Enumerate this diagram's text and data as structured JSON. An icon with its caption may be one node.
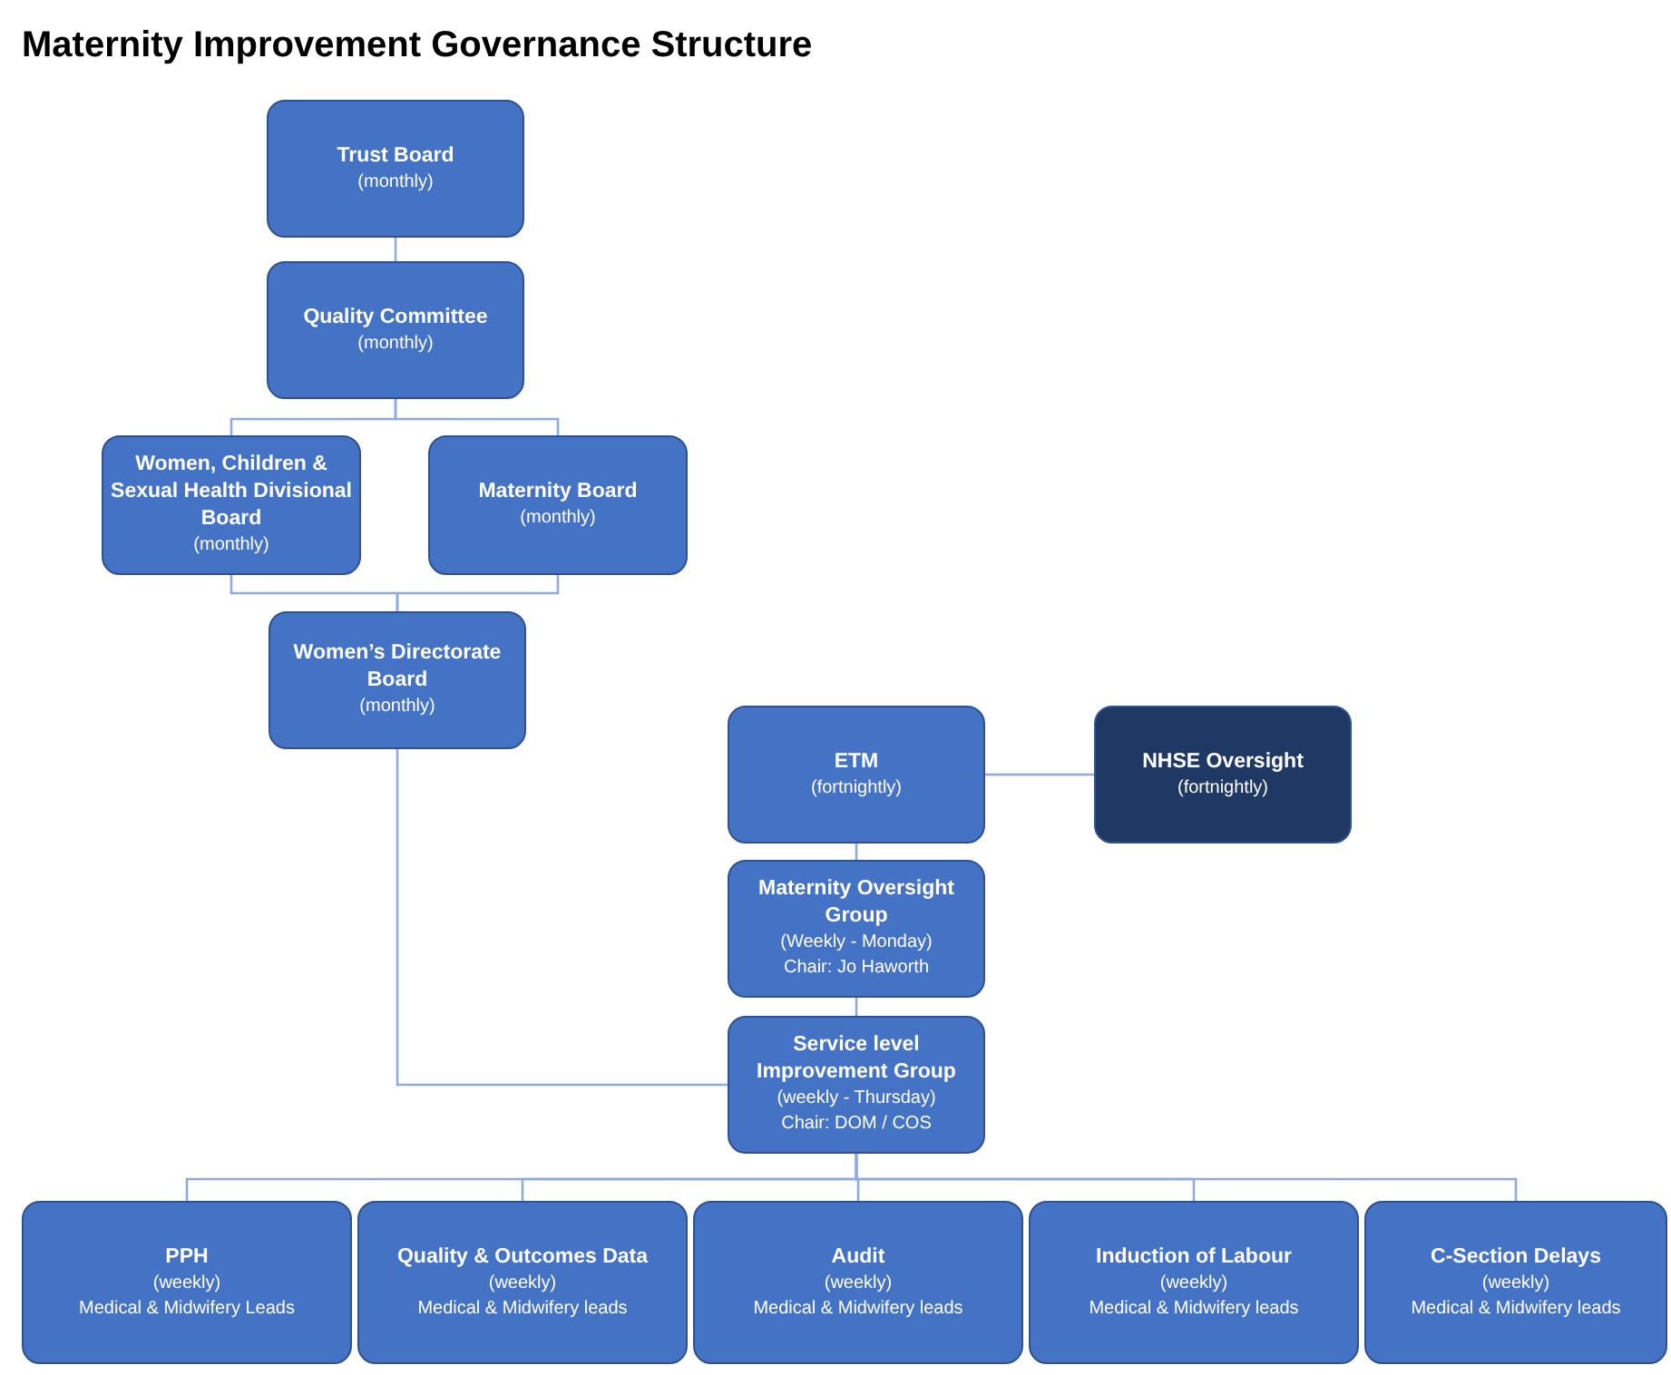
{
  "diagram": {
    "title": "Maternity Improvement Governance Structure",
    "nodes": [
      {
        "text": [
          "Trust Board",
          "(monthly)"
        ]
      },
      {
        "text": [
          "Quality Committee",
          "(monthly)"
        ]
      },
      {
        "text": [
          "Women, Children & Sexual Health Divisional Board",
          "(monthly)"
        ]
      },
      {
        "text": [
          "Maternity Board",
          "(monthly)"
        ]
      },
      {
        "text": [
          "Women’s Directorate Board",
          "(monthly)"
        ]
      },
      {
        "text": [
          "ETM",
          "(fortnightly)"
        ]
      },
      {
        "text": [
          "NHSE Oversight",
          "(fortnightly)"
        ]
      },
      {
        "text": [
          "Maternity Oversight Group",
          "(Weekly - Monday)",
          "Chair: Jo Haworth"
        ]
      },
      {
        "text": [
          "Service level Improvement Group",
          "(weekly - Thursday)",
          "Chair: DOM / COS"
        ]
      },
      {
        "text": [
          "PPH",
          "(weekly)",
          "Medical & Midwifery Leads"
        ]
      },
      {
        "text": [
          "Quality & Outcomes Data",
          "(weekly)",
          "Medical & Midwifery leads"
        ]
      },
      {
        "text": [
          "Audit",
          "(weekly)",
          "Medical & Midwifery leads"
        ]
      },
      {
        "text": [
          "Induction of Labour",
          "(weekly)",
          "Medical & Midwifery leads"
        ]
      },
      {
        "text": [
          "C-Section Delays",
          "(weekly)",
          "Medical & Midwifery leads"
        ]
      }
    ],
    "edges": [
      {
        "from": 0,
        "to": 1,
        "arrow": "none"
      },
      {
        "from": 1,
        "to": 2,
        "arrow": "none"
      },
      {
        "from": 1,
        "to": 3,
        "arrow": "none"
      },
      {
        "from": 2,
        "to": 4,
        "arrow": "none"
      },
      {
        "from": 3,
        "to": 4,
        "arrow": "none"
      },
      {
        "from": 4,
        "to": 8,
        "arrow": "none"
      },
      {
        "from": 5,
        "to": 6,
        "arrow": "none"
      },
      {
        "from": 5,
        "to": 7,
        "arrow": "none"
      },
      {
        "from": 7,
        "to": 8,
        "arrow": "none"
      },
      {
        "from": 8,
        "to": 9,
        "arrow": "none"
      },
      {
        "from": 8,
        "to": 10,
        "arrow": "none"
      },
      {
        "from": 8,
        "to": 11,
        "arrow": "none"
      },
      {
        "from": 8,
        "to": 12,
        "arrow": "none"
      },
      {
        "from": 8,
        "to": 13,
        "arrow": "none"
      }
    ]
  }
}
